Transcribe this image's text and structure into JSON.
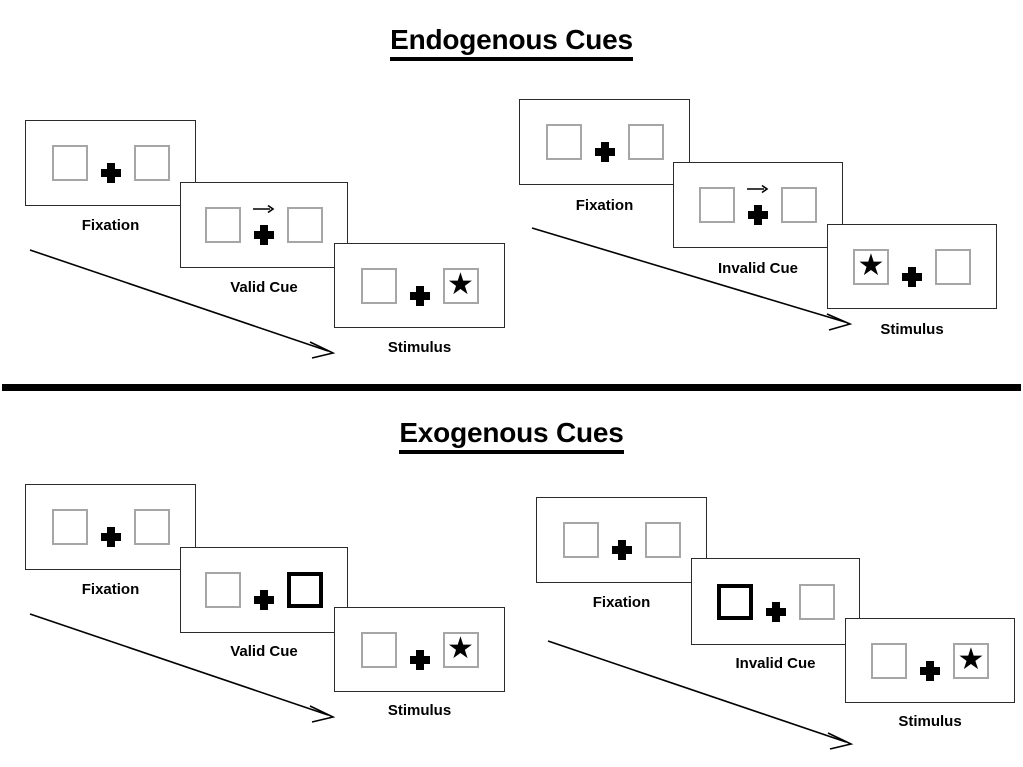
{
  "figure": {
    "sections": [
      {
        "id": "endogenous",
        "title": "Endogenous Cues",
        "sequences": [
          {
            "id": "endogenous-valid",
            "condition": "valid",
            "frames": [
              {
                "caption": "Fixation",
                "left_box": {
                  "state": "normal",
                  "content": ""
                },
                "right_box": {
                  "state": "normal",
                  "content": ""
                },
                "center": {
                  "plus": true,
                  "arrow": "none"
                }
              },
              {
                "caption": "Valid Cue",
                "left_box": {
                  "state": "normal",
                  "content": ""
                },
                "right_box": {
                  "state": "normal",
                  "content": ""
                },
                "center": {
                  "plus": true,
                  "arrow": "right"
                }
              },
              {
                "caption": "Stimulus",
                "left_box": {
                  "state": "normal",
                  "content": ""
                },
                "right_box": {
                  "state": "normal",
                  "content": "star"
                },
                "center": {
                  "plus": true,
                  "arrow": "none"
                }
              }
            ]
          },
          {
            "id": "endogenous-invalid",
            "condition": "invalid",
            "frames": [
              {
                "caption": "Fixation",
                "left_box": {
                  "state": "normal",
                  "content": ""
                },
                "right_box": {
                  "state": "normal",
                  "content": ""
                },
                "center": {
                  "plus": true,
                  "arrow": "none"
                }
              },
              {
                "caption": "Invalid Cue",
                "left_box": {
                  "state": "normal",
                  "content": ""
                },
                "right_box": {
                  "state": "normal",
                  "content": ""
                },
                "center": {
                  "plus": true,
                  "arrow": "right"
                }
              },
              {
                "caption": "Stimulus",
                "left_box": {
                  "state": "normal",
                  "content": "star"
                },
                "right_box": {
                  "state": "normal",
                  "content": ""
                },
                "center": {
                  "plus": true,
                  "arrow": "none"
                }
              }
            ]
          }
        ]
      },
      {
        "id": "exogenous",
        "title": "Exogenous Cues",
        "sequences": [
          {
            "id": "exogenous-valid",
            "condition": "valid",
            "frames": [
              {
                "caption": "Fixation",
                "left_box": {
                  "state": "normal",
                  "content": ""
                },
                "right_box": {
                  "state": "normal",
                  "content": ""
                },
                "center": {
                  "plus": true,
                  "arrow": "none"
                }
              },
              {
                "caption": "Valid Cue",
                "left_box": {
                  "state": "normal",
                  "content": ""
                },
                "right_box": {
                  "state": "cued",
                  "content": ""
                },
                "center": {
                  "plus": true,
                  "arrow": "none"
                }
              },
              {
                "caption": "Stimulus",
                "left_box": {
                  "state": "normal",
                  "content": ""
                },
                "right_box": {
                  "state": "normal",
                  "content": "star"
                },
                "center": {
                  "plus": true,
                  "arrow": "none"
                }
              }
            ]
          },
          {
            "id": "exogenous-invalid",
            "condition": "invalid",
            "frames": [
              {
                "caption": "Fixation",
                "left_box": {
                  "state": "normal",
                  "content": ""
                },
                "right_box": {
                  "state": "normal",
                  "content": ""
                },
                "center": {
                  "plus": true,
                  "arrow": "none"
                }
              },
              {
                "caption": "Invalid Cue",
                "left_box": {
                  "state": "cued",
                  "content": ""
                },
                "right_box": {
                  "state": "normal",
                  "content": ""
                },
                "center": {
                  "plus": true,
                  "arrow": "none"
                }
              },
              {
                "caption": "Stimulus",
                "left_box": {
                  "state": "normal",
                  "content": ""
                },
                "right_box": {
                  "state": "normal",
                  "content": "star"
                },
                "center": {
                  "plus": true,
                  "arrow": "none"
                }
              }
            ]
          }
        ]
      }
    ],
    "glyphs": {
      "star": "★",
      "plus": "plus-icon",
      "cue_arrow": "arrow-right-icon",
      "flow_arrow": "time-flow-arrow-icon"
    },
    "colors": {
      "ink": "#000000",
      "panel_border": "#2b2b2b",
      "box_border": "#a6a6a6",
      "box_border_cued": "#000000",
      "background": "#ffffff"
    }
  }
}
